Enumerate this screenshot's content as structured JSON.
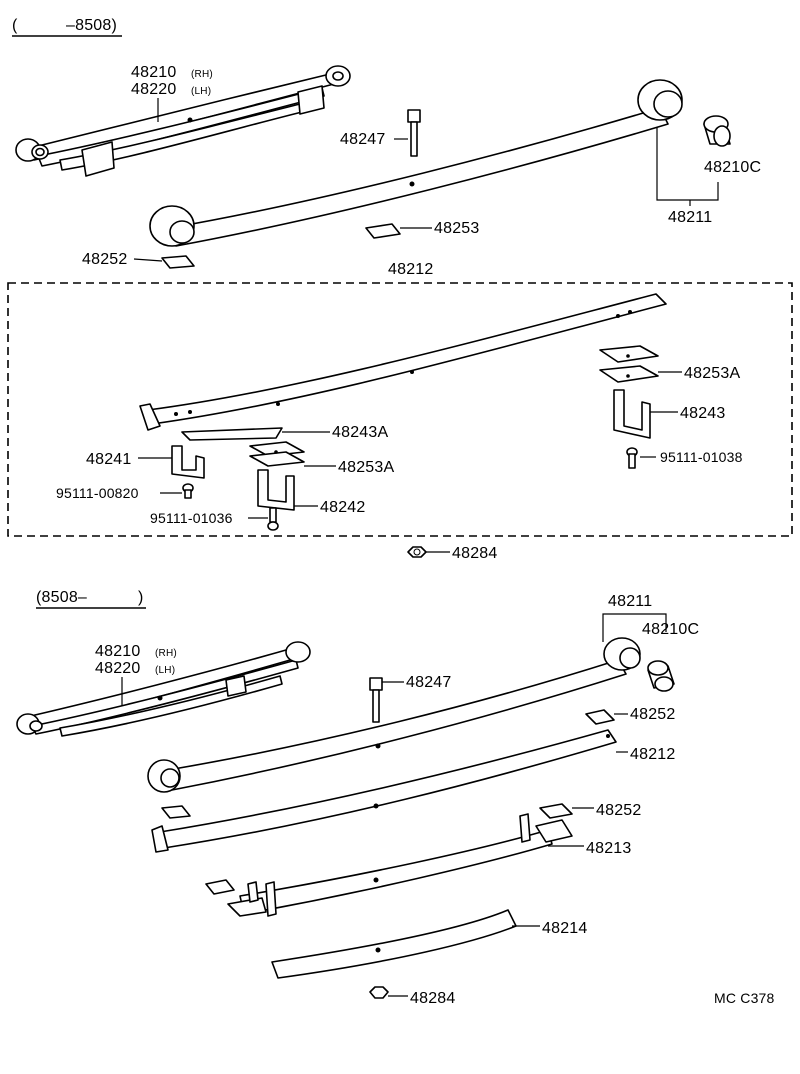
{
  "sections": {
    "early": {
      "range_start": "(",
      "range_end": "–8508)"
    },
    "late": {
      "range_start": "(8508–",
      "range_end": ")"
    }
  },
  "labels": {
    "rh_suffix": "(RH)",
    "lh_suffix": "(LH)",
    "p48210": "48210",
    "p48220": "48220",
    "p48247": "48247",
    "p48210C": "48210C",
    "p48211": "48211",
    "p48253": "48253",
    "p48252": "48252",
    "p48212": "48212",
    "p48253A": "48253A",
    "p48243": "48243",
    "p48243A": "48243A",
    "p48241": "48241",
    "p95111_01038": "95111-01038",
    "p95111_00820": "95111-00820",
    "p95111_01036": "95111-01036",
    "p48242": "48242",
    "p48284": "48284",
    "p48213": "48213",
    "p48214": "48214"
  },
  "figure_code": "MC  C378"
}
